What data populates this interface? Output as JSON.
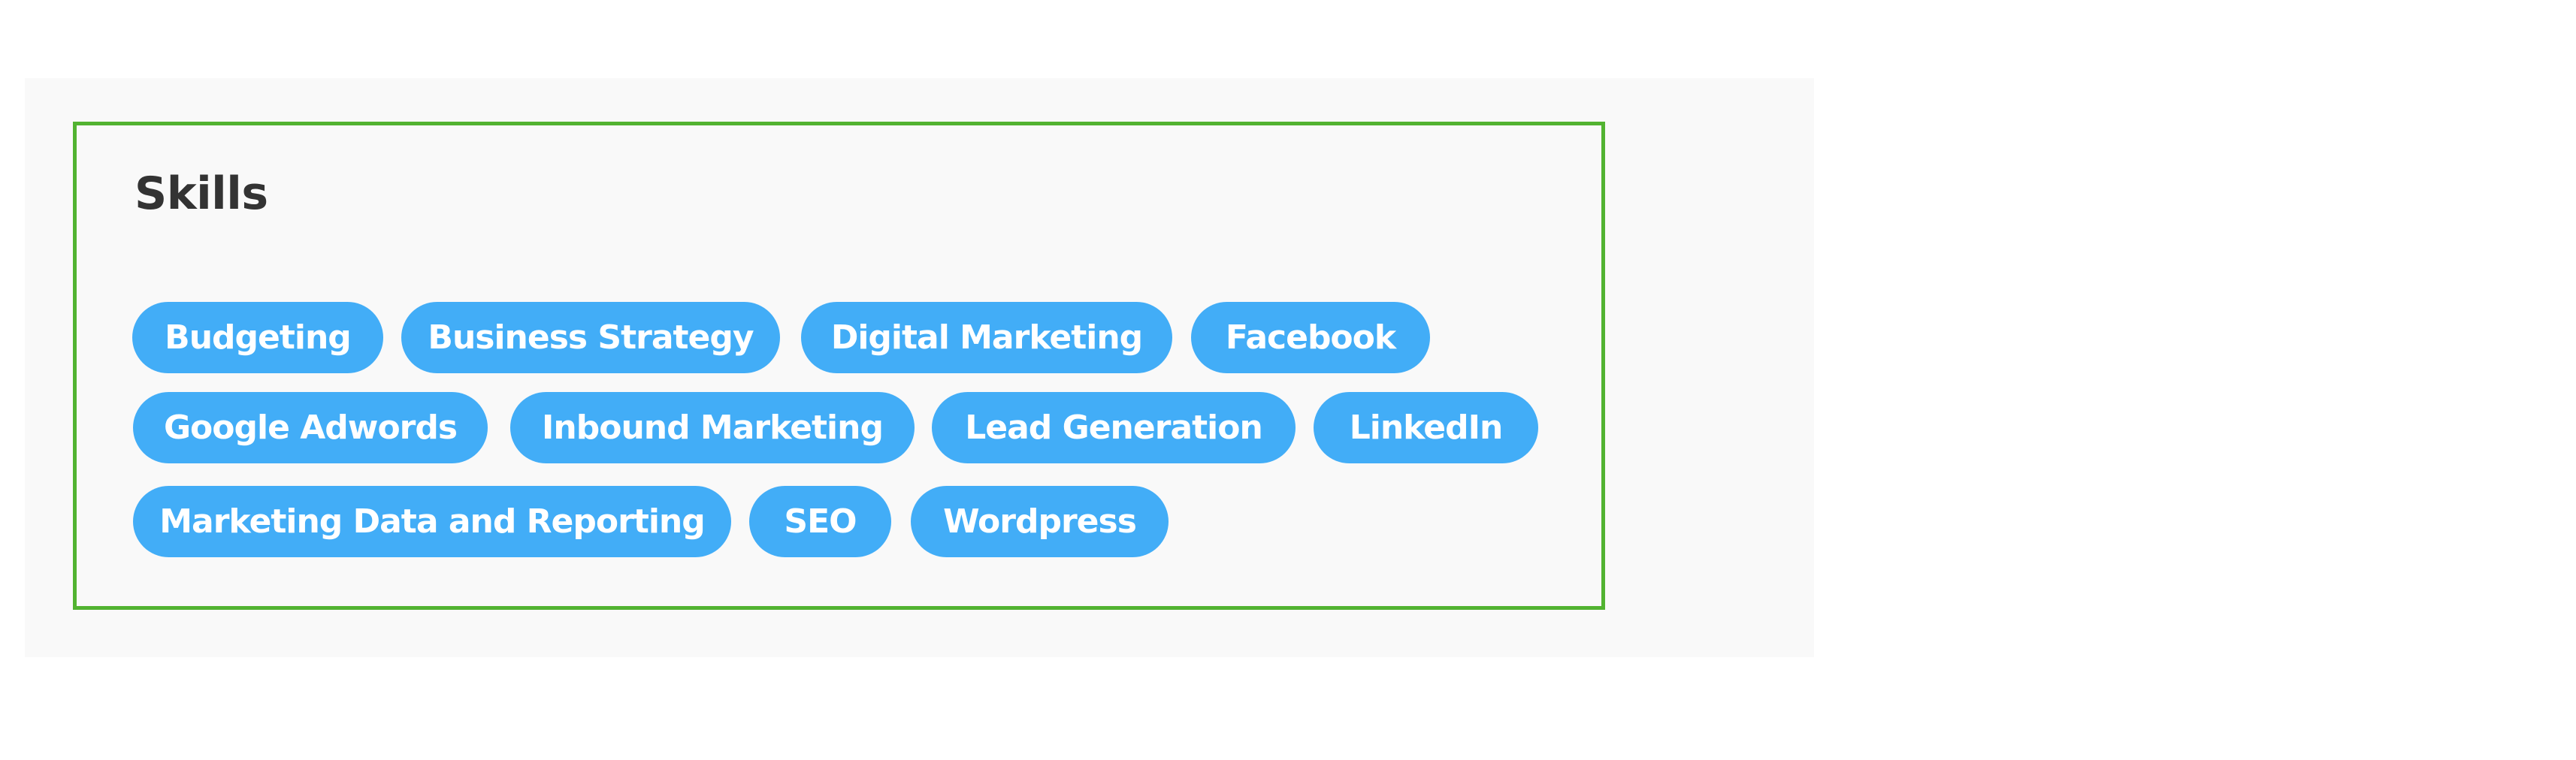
{
  "section": {
    "title": "Skills"
  },
  "colors": {
    "pill_background": "#42adf7",
    "pill_text": "#ffffff",
    "card_border": "#52b331",
    "panel_background": "#f9f9f9",
    "title_text": "#333333"
  },
  "skills": [
    {
      "label": "Budgeting"
    },
    {
      "label": "Business Strategy"
    },
    {
      "label": "Digital Marketing"
    },
    {
      "label": "Facebook"
    },
    {
      "label": "Google Adwords"
    },
    {
      "label": "Inbound Marketing"
    },
    {
      "label": "Lead Generation"
    },
    {
      "label": "LinkedIn"
    },
    {
      "label": "Marketing Data and Reporting"
    },
    {
      "label": "SEO"
    },
    {
      "label": "Wordpress"
    }
  ]
}
